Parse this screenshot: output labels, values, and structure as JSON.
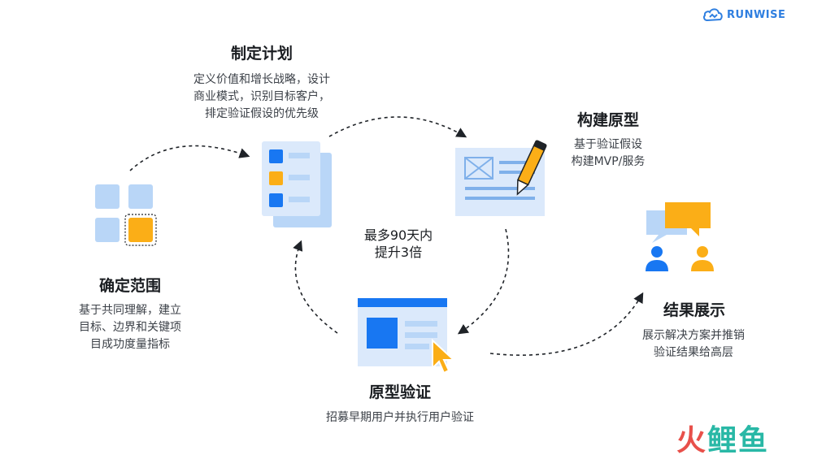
{
  "brand": {
    "name": "RUNWISE",
    "color": "#2f7fe0"
  },
  "watermark": {
    "char1": "火",
    "char2": "鲤",
    "char3": "鱼",
    "color1": "#e8504a",
    "color2": "#29b8a6"
  },
  "center": {
    "line1": "最多90天内",
    "line2": "提升3倍"
  },
  "steps": {
    "scope": {
      "title": "确定范围",
      "desc": [
        "基于共同理解，建立",
        "目标、边界和关键项",
        "目成功度量指标"
      ],
      "icon": "grid-squares-icon"
    },
    "plan": {
      "title": "制定计划",
      "desc": [
        "定义价值和增长战略，设计",
        "商业模式，识别目标客户，",
        "排定验证假设的优先级"
      ],
      "icon": "checklist-document-icon"
    },
    "build": {
      "title": "构建原型",
      "desc": [
        "基于验证假设",
        "构建MVP/服务"
      ],
      "icon": "wireframe-pen-icon"
    },
    "validate": {
      "title": "原型验证",
      "desc": [
        "招募早期用户并执行用户验证"
      ],
      "icon": "browser-cursor-icon"
    },
    "result": {
      "title": "结果展示",
      "desc": [
        "展示解决方案并推销",
        "验证结果给高层"
      ],
      "icon": "people-chat-icon"
    }
  },
  "colors": {
    "blue": "#1877f2",
    "light_blue": "#b9d6f7",
    "pale_blue": "#dbe9fb",
    "orange": "#fbae17"
  }
}
